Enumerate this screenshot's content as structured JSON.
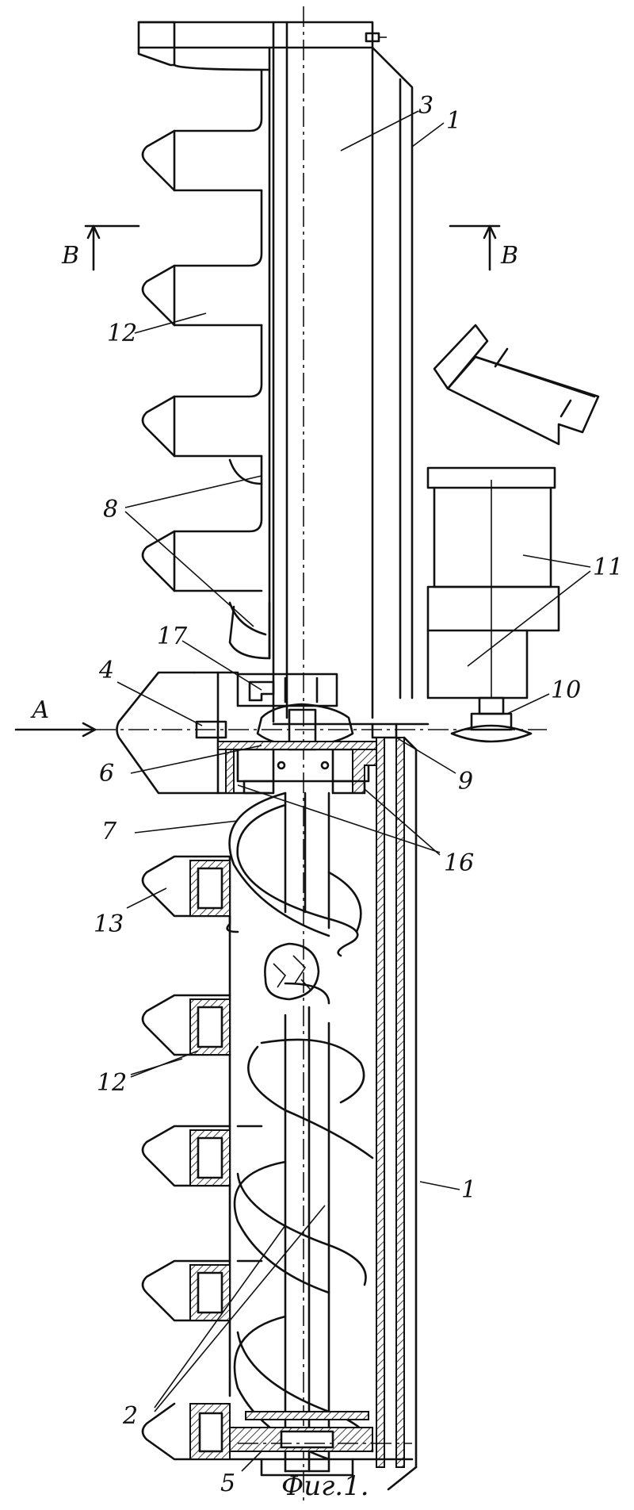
{
  "figure": {
    "caption": "Фиг.1.",
    "section_mark": "В",
    "arrow_label": "А"
  },
  "labels": {
    "l1_top": "1",
    "l3": "3",
    "l12_top": "12",
    "l8": "8",
    "l11": "11",
    "l17": "17",
    "l4": "4",
    "l10": "10",
    "l6": "6",
    "l9": "9",
    "l7": "7",
    "l16": "16",
    "l13": "13",
    "l12_bottom": "12",
    "l1_bottom": "1",
    "l2": "2",
    "l5": "5"
  }
}
